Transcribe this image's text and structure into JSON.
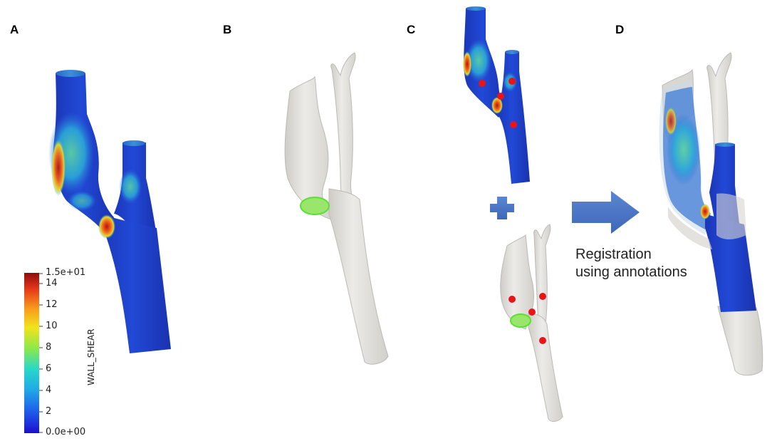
{
  "panels": {
    "a": {
      "label": "A"
    },
    "b": {
      "label": "B"
    },
    "c": {
      "label": "C"
    },
    "d": {
      "label": "D"
    }
  },
  "colorbar": {
    "title": "WALL_SHEAR",
    "max_label": "1.5e+01",
    "min_label": "0.0e+00",
    "ticks": [
      "14",
      "12",
      "10",
      "8",
      "6",
      "4",
      "2"
    ],
    "colors": [
      "#1a0fd0",
      "#1f5ae8",
      "#1fa9e6",
      "#29d8c8",
      "#8de84a",
      "#f2e31c",
      "#f79a1b",
      "#e5381a",
      "#8e0b0b"
    ]
  },
  "arrow": {
    "text_line1": "Registration",
    "text_line2": "using annotations"
  },
  "colors": {
    "vessel_gray": "#e7e5e1",
    "vessel_stroke": "#b9b6b1",
    "wss_blue": "#1f40c9",
    "annotation_red": "#e8141a",
    "plaque_green": "#59e032",
    "arrow_blue": "#4a77c6"
  }
}
